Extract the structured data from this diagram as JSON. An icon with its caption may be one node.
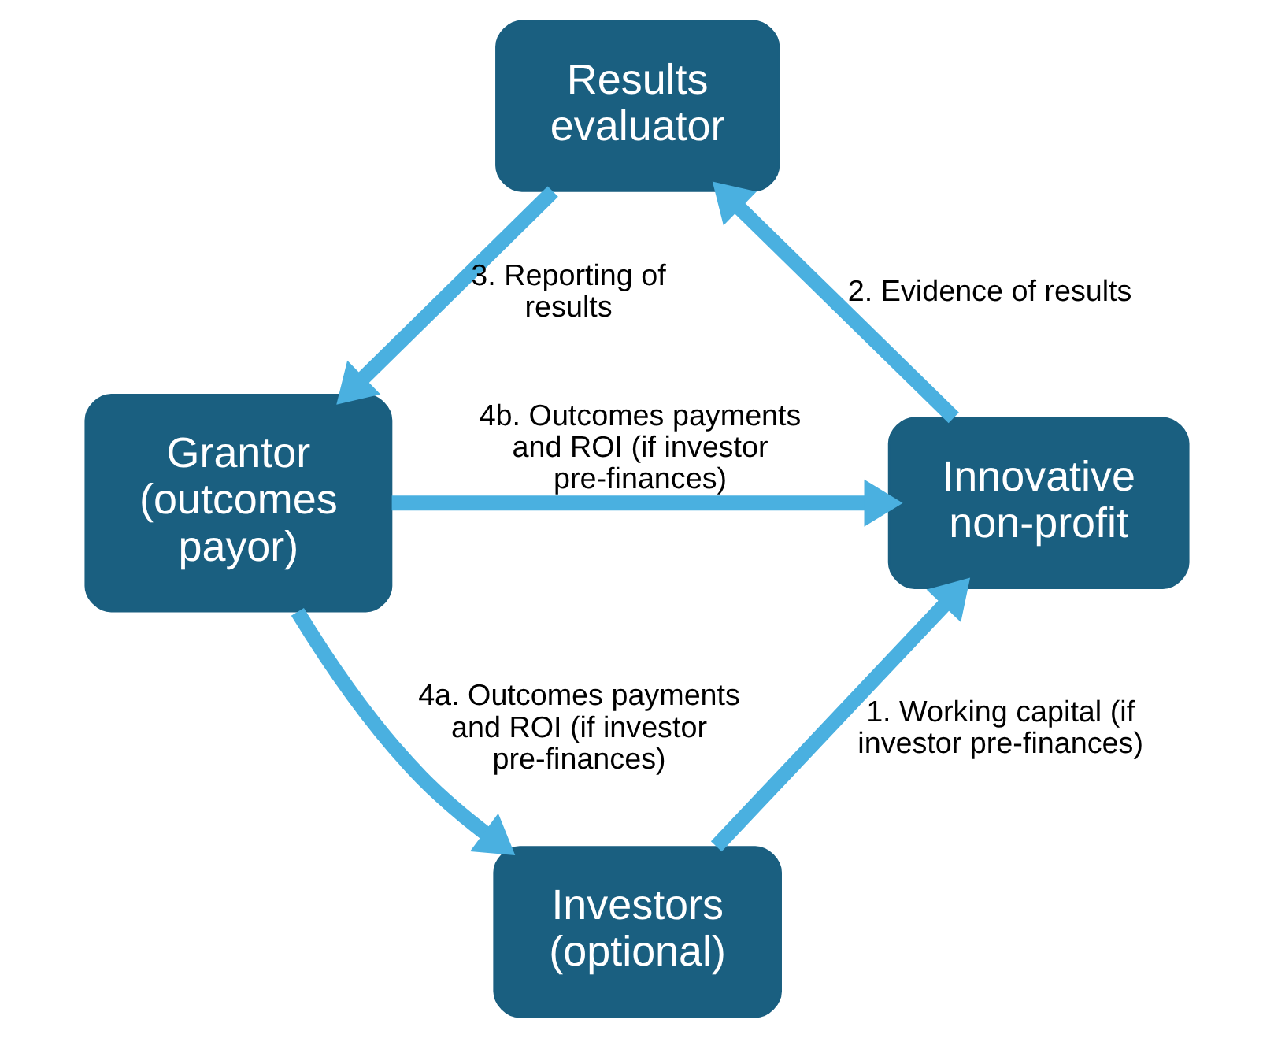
{
  "diagram": {
    "nodes": [
      {
        "text": [
          "Results evaluator"
        ]
      },
      {
        "text": [
          "Investors (optional)"
        ]
      },
      {
        "text": [
          "Innovative non-profit"
        ]
      },
      {
        "text": [
          "Grantor (outcomes payor)"
        ]
      }
    ],
    "edges": [
      {
        "from": 2,
        "to": 0,
        "arrow": "to",
        "label": "2. Evidence of results"
      },
      {
        "from": 0,
        "to": 3,
        "arrow": "to",
        "label": "3. Reporting of results"
      },
      {
        "from": 1,
        "to": 2,
        "arrow": "to",
        "label": "1. Working capital (if investor pre-finances)"
      },
      {
        "from": 3,
        "to": 1,
        "arrow": "to",
        "label": "4a. Outcomes payments and ROI (if investor pre-finances)"
      },
      {
        "from": 3,
        "to": 2,
        "arrow": "to",
        "label": "4b. Outcomes payments and ROI (if investor pre-finances)"
      }
    ]
  }
}
